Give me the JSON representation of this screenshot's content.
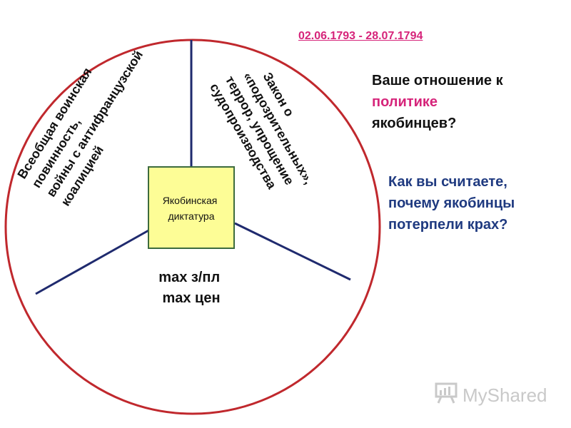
{
  "date_range": "02.06.1793 - 28.07.1794",
  "question1": {
    "line1": "Ваше отношение к",
    "line2": "политике",
    "line3": "якобинцев?",
    "highlight_color": "#d6247a"
  },
  "question2": {
    "line1": "Как вы считаете,",
    "line2": "почему якобинцы",
    "line3": "потерпели крах?",
    "color": "#1f3a80"
  },
  "diagram": {
    "center": {
      "line1": "Якобинская",
      "line2": "диктатура"
    },
    "left_segment": [
      "Всеобщая воинская",
      "повинность,",
      "войны с антифранцузской",
      "коалицией"
    ],
    "right_segment": [
      "Закон о",
      "«подозрительных»,",
      "террор, упрощение",
      "судопроизводства"
    ],
    "bottom_segment": [
      "max з/пл",
      "max цен"
    ],
    "circle_color": "#c0282d",
    "divider_color": "#1f2a6e",
    "center_fill": "#fdfd96",
    "center_border": "#3d6b3d"
  },
  "watermark": {
    "text": "MyShared",
    "icon": "presentation-board-icon"
  }
}
